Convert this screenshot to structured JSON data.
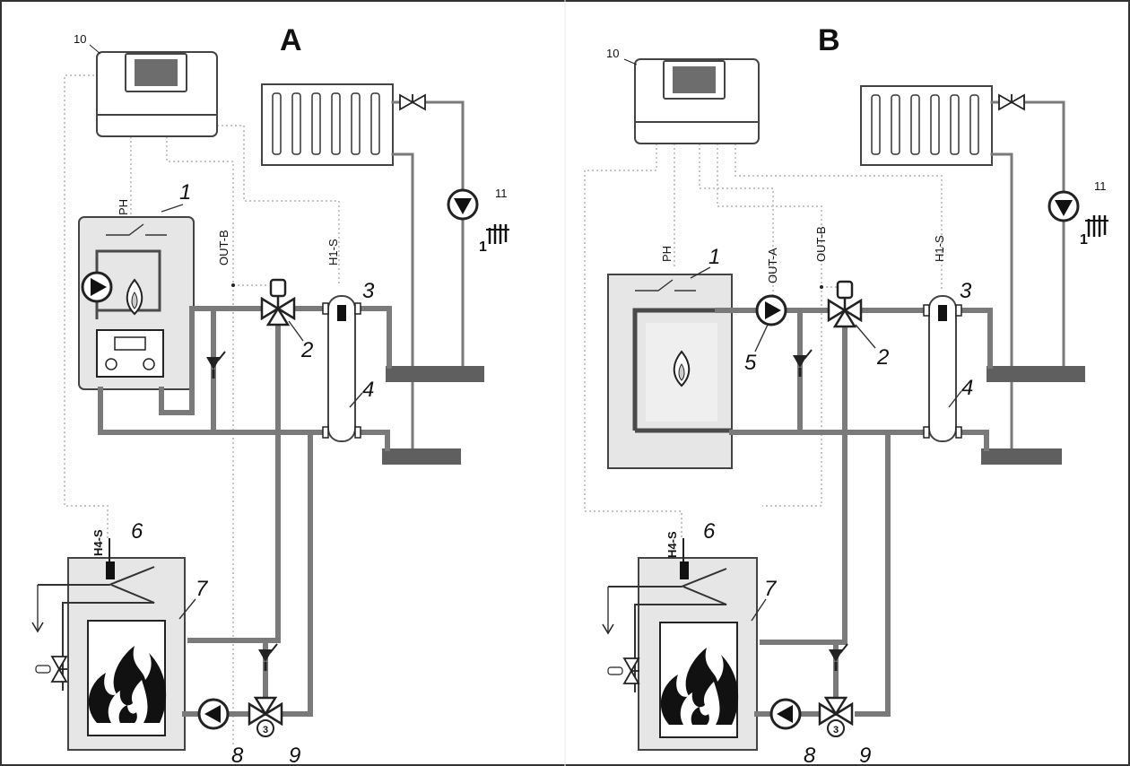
{
  "panels": [
    {
      "title": "A",
      "labels": {
        "controller": "10",
        "boiler": "1",
        "valve_mix": "2",
        "sensor": "3",
        "separator": "4",
        "sensor_tank": "6",
        "solid_boiler": "7",
        "pump_solid": "8",
        "valve_thermo": "9",
        "heating_pump": "11",
        "heating_circuit": "1"
      },
      "signals": {
        "boiler_signal": "PH",
        "out_b": "OUT-B",
        "h1_s": "H1-S",
        "h4_s": "H4-S"
      }
    },
    {
      "title": "B",
      "labels": {
        "controller": "10",
        "boiler": "1",
        "valve_mix": "2",
        "sensor": "3",
        "separator": "4",
        "boiler_pump": "5",
        "sensor_tank": "6",
        "solid_boiler": "7",
        "pump_solid": "8",
        "valve_thermo": "9",
        "heating_pump": "11",
        "heating_circuit": "1"
      },
      "signals": {
        "boiler_signal": "PH",
        "out_a": "OUT-A",
        "out_b": "OUT-B",
        "h1_s": "H1-S",
        "h4_s": "H4-S"
      }
    }
  ],
  "colors": {
    "pipe": "#7a7a7a",
    "wire": "#c4c4c4",
    "fill": "#e6e6e6",
    "display": "#6d6d6d"
  }
}
